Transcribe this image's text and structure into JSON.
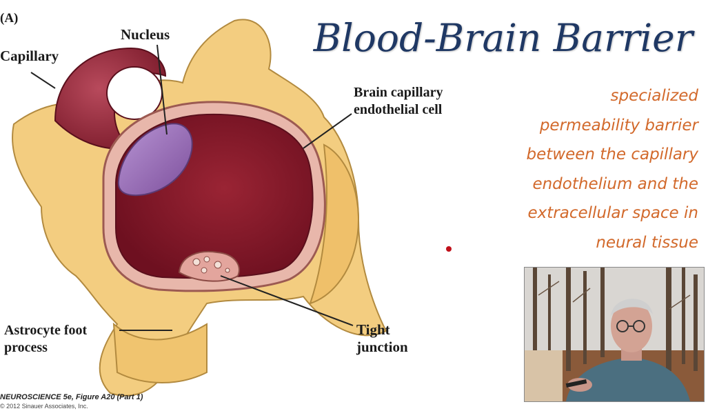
{
  "slide": {
    "title": "Blood-Brain Barrier",
    "body_lines": [
      "specialized",
      "permeability barrier",
      "between the capillary",
      "endothelium and the",
      "extracellular space in",
      "neural tissue"
    ]
  },
  "figure": {
    "panel_letter": "(A)",
    "labels": {
      "nucleus": "Nucleus",
      "capillary": "Capillary",
      "endothelial_cell": "Brain capillary\nendothelial cell",
      "astrocyte": "Astrocyte foot\nprocess",
      "tight_junction": "Tight\njunction"
    },
    "credit": "NEUROSCIENCE 5e, Figure A20 (Part 1)",
    "copyright": "© 2012 Sinauer Associates, Inc."
  },
  "colors": {
    "title": "#1f3864",
    "body": "#d2692b",
    "astrocyte": "#f3cd80",
    "endothelium": "#e8b7ab",
    "lumen": "#8e1b2c",
    "nucleus": "#9a6ab8",
    "pointer": "#c0101a"
  },
  "webcam": {
    "subject": "presenter-in-woods"
  }
}
